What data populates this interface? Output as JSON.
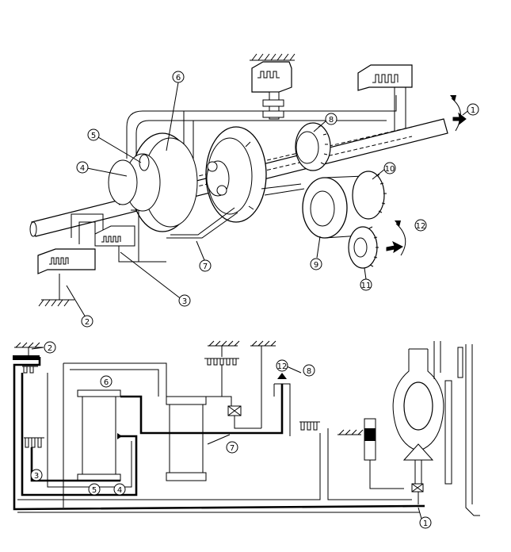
{
  "callouts": {
    "n1": "1",
    "n2": "2",
    "n3": "3",
    "n4": "4",
    "n5": "5",
    "n6": "6",
    "n7": "7",
    "n8": "8",
    "n9": "9",
    "n10": "10",
    "n11": "11",
    "n12": "12"
  },
  "colors": {
    "ink": "#000000",
    "paper": "#ffffff"
  },
  "icons": {
    "input-arrow": "bold-right-arrow",
    "output-arrow": "bold-right-arrow",
    "rotation": "curved-arrow"
  }
}
